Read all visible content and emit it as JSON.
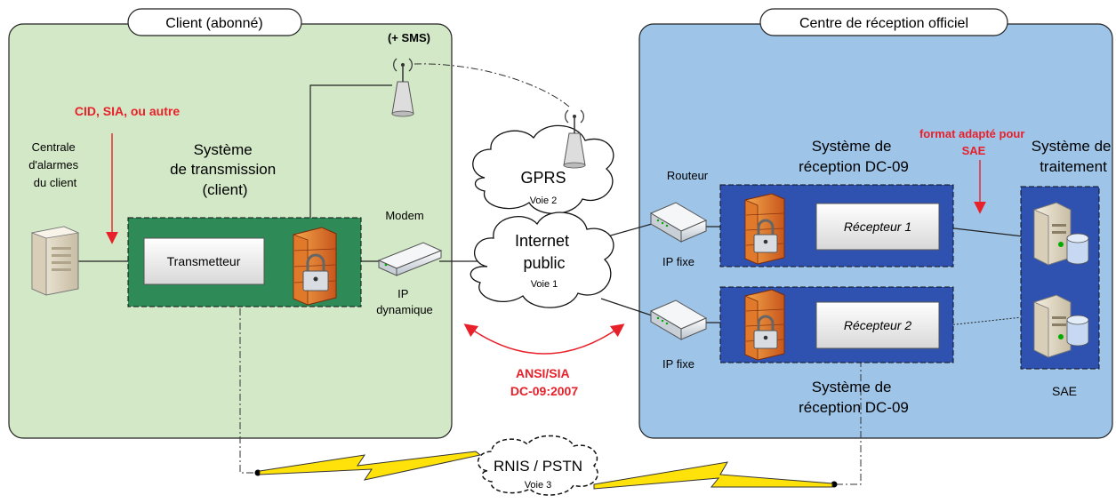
{
  "client_panel": {
    "title": "Client (abonné)",
    "sms_note": "(+ SMS)",
    "protocol_note": "CID, SIA, ou autre",
    "alarm_panel_label": [
      "Centrale",
      "d'alarmes",
      "du client"
    ],
    "transmission_system_label": [
      "Système",
      "de transmission",
      "(client)"
    ],
    "transmitter_label": "Transmetteur",
    "modem_label": "Modem",
    "modem_ip_label": [
      "IP",
      "dynamique"
    ]
  },
  "network": {
    "gprs": {
      "name": "GPRS",
      "path": "Voie 2"
    },
    "internet": {
      "name": [
        "Internet",
        "public"
      ],
      "path": "Voie 1"
    },
    "pstn": {
      "name": "RNIS / PSTN",
      "path": "Voie 3"
    },
    "protocol_note": [
      "ANSI/SIA",
      "DC-09:2007"
    ]
  },
  "center_panel": {
    "title": "Centre de réception officiel",
    "format_note": [
      "format adapté pour",
      "SAE"
    ],
    "router_label": "Routeur",
    "router_ip_label_1": "IP fixe",
    "router_ip_label_2": "IP fixe",
    "reception_system_top": [
      "Système de",
      "réception DC-09"
    ],
    "reception_system_bottom": [
      "Système de",
      "réception DC-09"
    ],
    "receiver_1": "Récepteur 1",
    "receiver_2": "Récepteur 2",
    "processing_label": [
      "Système de",
      "traitement"
    ],
    "sae_label": "SAE"
  },
  "colors": {
    "client_bg": "#d3e8c6",
    "center_bg": "#9ec4e8",
    "client_system_bg": "#2e8b57",
    "reception_system_bg": "#2f52b0",
    "accent_red": "#e8202a",
    "lightning": "#ffe20a"
  }
}
